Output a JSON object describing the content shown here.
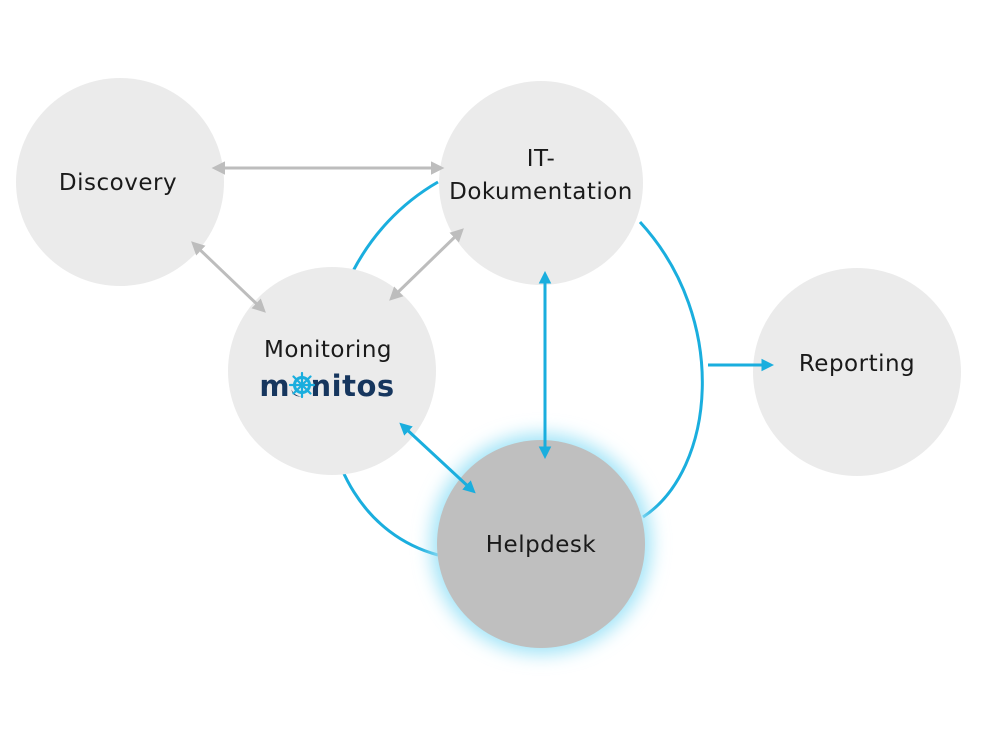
{
  "nodes": {
    "discovery": {
      "label": "Discovery"
    },
    "it_dokumentation": {
      "label_line1": "IT-",
      "label_line2": "Dokumentation"
    },
    "monitoring": {
      "label": "Monitoring",
      "brand": "monitos"
    },
    "reporting": {
      "label": "Reporting"
    },
    "helpdesk": {
      "label": "Helpdesk"
    }
  },
  "colors": {
    "node_fill": "#ebebeb",
    "helpdesk_fill": "#bfbfbf",
    "accent_blue": "#1aaede",
    "gray_arrow": "#bdbdbd",
    "brand_navy": "#16365e",
    "glow": "#9fe3f7"
  }
}
